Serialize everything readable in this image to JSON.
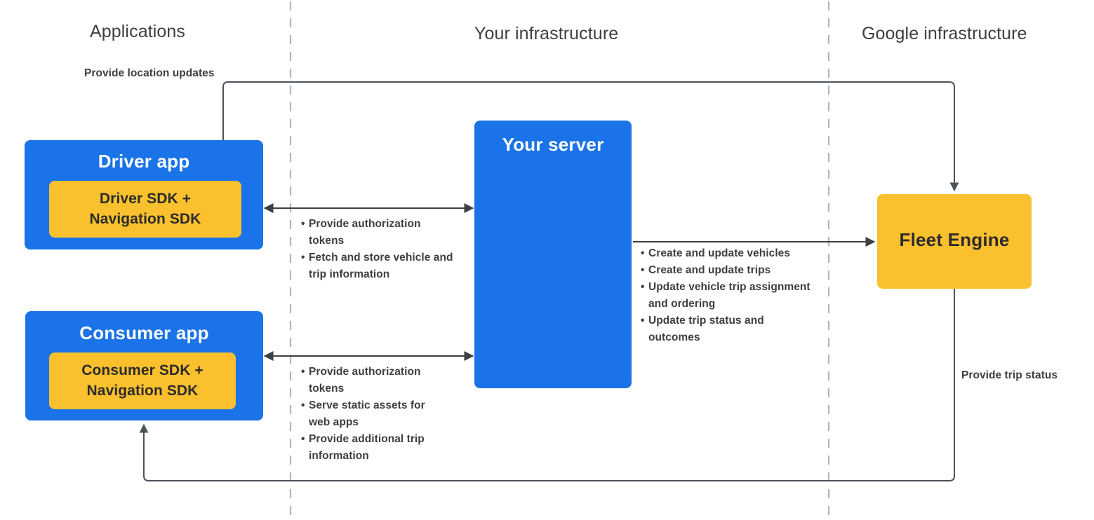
{
  "columns": {
    "applications": "Applications",
    "your_infrastructure": "Your infrastructure",
    "google_infrastructure": "Google infrastructure"
  },
  "boxes": {
    "driver_app": {
      "title": "Driver app",
      "sdk_line1": "Driver SDK +",
      "sdk_line2": "Navigation SDK"
    },
    "consumer_app": {
      "title": "Consumer app",
      "sdk_line1": "Consumer SDK +",
      "sdk_line2": "Navigation SDK"
    },
    "your_server": {
      "title": "Your server"
    },
    "fleet_engine": {
      "title": "Fleet Engine"
    }
  },
  "annotations": {
    "location_updates": "Provide location updates",
    "trip_status": "Provide trip status"
  },
  "bullets": {
    "driver_to_server": [
      "Provide authorization tokens",
      "Fetch and store vehicle and trip information"
    ],
    "consumer_to_server": [
      "Provide authorization tokens",
      "Serve static assets for web apps",
      "Provide additional trip information"
    ],
    "server_to_fleet_engine": [
      "Create and update vehicles",
      "Create and update trips",
      "Update vehicle trip assignment and ordering",
      "Update trip status and outcomes"
    ]
  },
  "colors": {
    "blue": "#1a73e8",
    "yellow": "#fbc02d",
    "text_dark": "#3c4043",
    "divider": "#b0b6bd",
    "arrow": "#3c4043"
  },
  "chart_data": {
    "type": "diagram",
    "title": "Fleet Engine / Mobility services architecture",
    "lanes": [
      "Applications",
      "Your infrastructure",
      "Google infrastructure"
    ],
    "nodes": [
      {
        "id": "driver-app",
        "label": "Driver app",
        "lane": "Applications",
        "color": "#1a73e8"
      },
      {
        "id": "driver-sdk",
        "label": "Driver SDK + Navigation SDK",
        "lane": "Applications",
        "color": "#fbc02d",
        "parent": "driver-app"
      },
      {
        "id": "consumer-app",
        "label": "Consumer app",
        "lane": "Applications",
        "color": "#1a73e8"
      },
      {
        "id": "consumer-sdk",
        "label": "Consumer SDK + Navigation SDK",
        "lane": "Applications",
        "color": "#fbc02d",
        "parent": "consumer-app"
      },
      {
        "id": "your-server",
        "label": "Your server",
        "lane": "Your infrastructure",
        "color": "#1a73e8"
      },
      {
        "id": "fleet-engine",
        "label": "Fleet Engine",
        "lane": "Google infrastructure",
        "color": "#fbc02d"
      }
    ],
    "edges": [
      {
        "from": "driver-sdk",
        "to": "fleet-engine",
        "direction": "one-way",
        "label": "Provide location updates"
      },
      {
        "from": "driver-app",
        "to": "your-server",
        "direction": "two-way",
        "label": "Provide authorization tokens; Fetch and store vehicle and trip information"
      },
      {
        "from": "consumer-app",
        "to": "your-server",
        "direction": "two-way",
        "label": "Provide authorization tokens; Serve static assets for web apps; Provide additional trip information"
      },
      {
        "from": "your-server",
        "to": "fleet-engine",
        "direction": "one-way",
        "label": "Create and update vehicles; Create and update trips; Update vehicle trip assignment and ordering; Update trip status and outcomes"
      },
      {
        "from": "fleet-engine",
        "to": "consumer-app",
        "direction": "one-way",
        "label": "Provide trip status"
      }
    ]
  }
}
